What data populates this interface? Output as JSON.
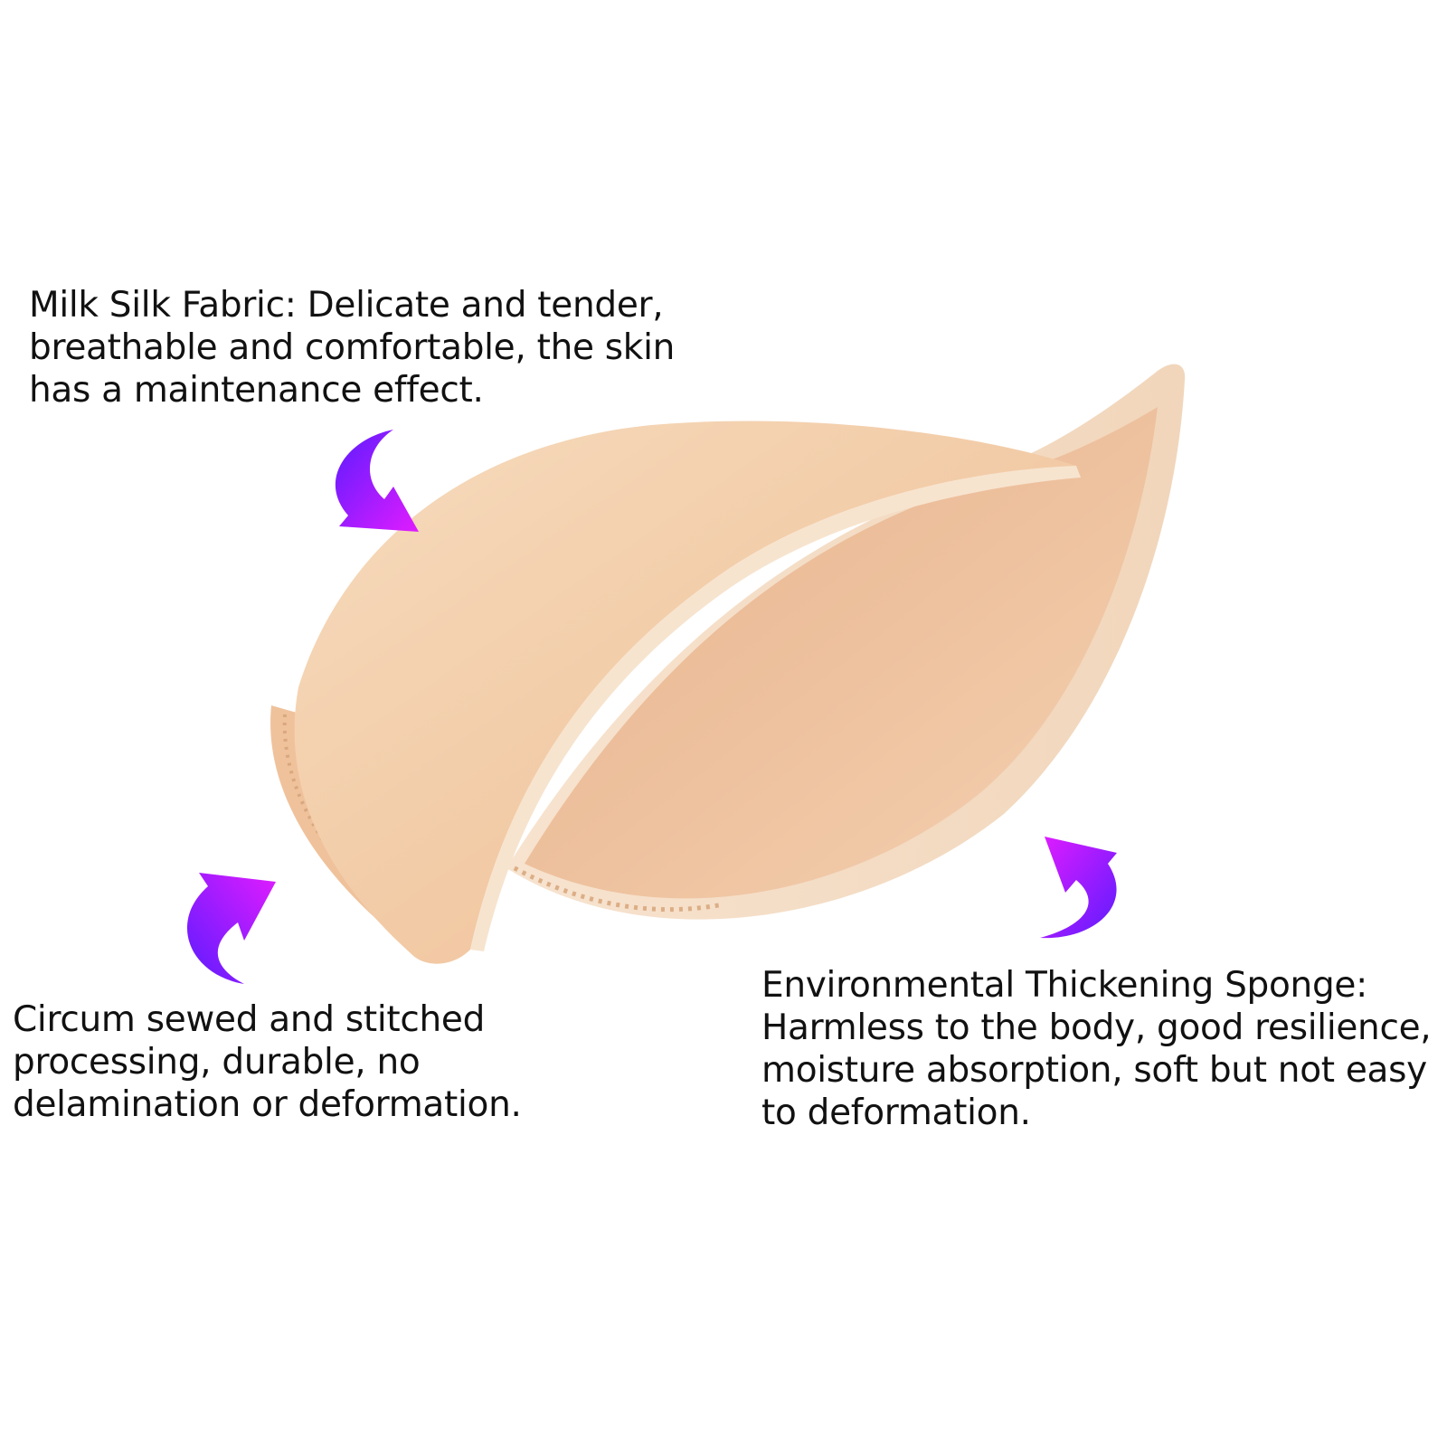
{
  "captions": {
    "fabric": {
      "lines": [
        "Milk Silk Fabric: Delicate and tender,",
        "breathable and comfortable, the skin",
        "has a maintenance effect."
      ]
    },
    "stitch": {
      "lines": [
        "Circum sewed and stitched",
        "processing, durable, no",
        "delamination or deformation."
      ]
    },
    "sponge": {
      "lines": [
        "Environmental Thickening Sponge:",
        "Harmless to the body, good resilience,",
        "moisture absorption, soft but not easy",
        "to deformation."
      ]
    }
  },
  "colors": {
    "arrow_start": "#5b1cff",
    "arrow_end": "#e01cff",
    "fabric_outer": "#f3cfa9",
    "fabric_inner": "#e8b996",
    "sponge_edge": "#f5dcc3"
  },
  "icons": {
    "pointer": "curved-arrow-icon"
  }
}
